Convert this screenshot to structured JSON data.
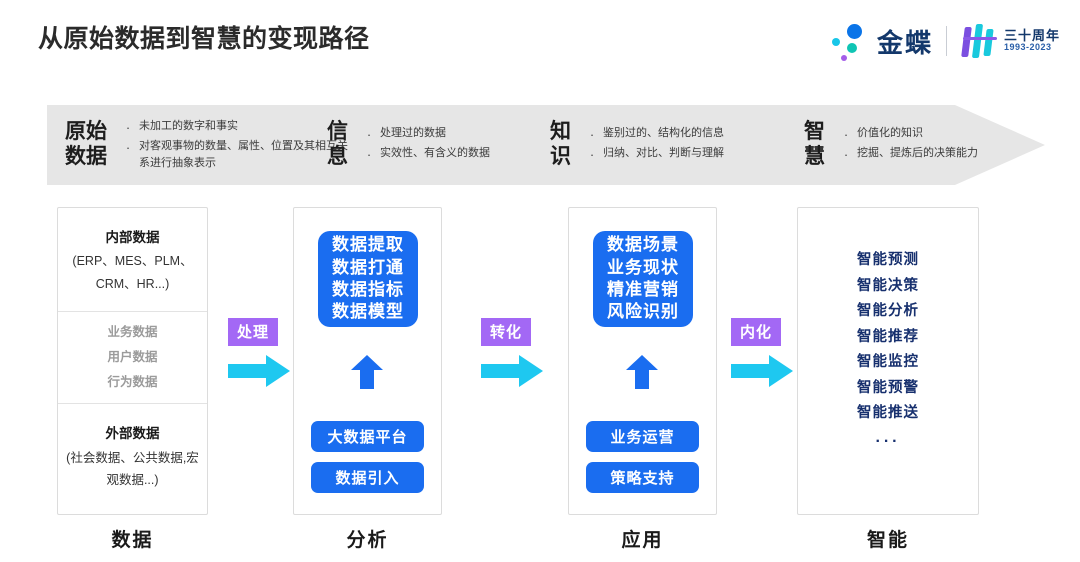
{
  "header": {
    "title": "从原始数据到智慧的变现路径",
    "logo": {
      "brand": "金蝶",
      "anniversary": "三十周年",
      "years": "1993-2023"
    }
  },
  "band": {
    "segments": [
      {
        "title_line1": "原始",
        "title_line2": "数据",
        "bullets": [
          "未加工的数字和事实",
          "对客观事物的数量、属性、位置及其相互关系进行抽象表示"
        ]
      },
      {
        "title_line1": "信",
        "title_line2": "息",
        "bullets": [
          "处理过的数据",
          "实效性、有含义的数据"
        ]
      },
      {
        "title_line1": "知",
        "title_line2": "识",
        "bullets": [
          "鉴别过的、结构化的信息",
          "归纳、对比、判断与理解"
        ]
      },
      {
        "title_line1": "智",
        "title_line2": "慧",
        "bullets": [
          "价值化的知识",
          "挖掘、提炼后的决策能力"
        ]
      }
    ],
    "bullet_glyph": "·"
  },
  "columns": {
    "data": {
      "footer": "数据",
      "internal_head": "内部数据",
      "internal_sub": "(ERP、MES、PLM、CRM、HR...)",
      "middle": [
        "业务数据",
        "用户数据",
        "行为数据"
      ],
      "external_head": "外部数据",
      "external_sub": "(社会数据、公共数据,宏观数据...)"
    },
    "analysis": {
      "footer": "分析",
      "box": [
        "数据提取",
        "数据打通",
        "数据指标",
        "数据模型"
      ],
      "pills": [
        "大数据平台",
        "数据引入"
      ]
    },
    "application": {
      "footer": "应用",
      "box": [
        "数据场景",
        "业务现状",
        "精准营销",
        "风险识别"
      ],
      "pills": [
        "业务运营",
        "策略支持"
      ]
    },
    "intelligence": {
      "footer": "智能",
      "items": [
        "智能预测",
        "智能决策",
        "智能分析",
        "智能推荐",
        "智能监控",
        "智能预警",
        "智能推送"
      ],
      "ellipsis": "···"
    }
  },
  "connectors": [
    {
      "label": "处理"
    },
    {
      "label": "转化"
    },
    {
      "label": "内化"
    }
  ],
  "colors": {
    "blue": "#1a6df0",
    "purple": "#a368f5",
    "cyan": "#1ec8f0",
    "navy": "#17306e",
    "band_gray": "#e6e6e6"
  }
}
